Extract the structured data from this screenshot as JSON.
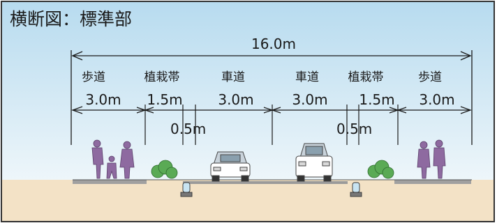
{
  "title": "横断図：標準部",
  "total_width": "16.0m",
  "segments": [
    {
      "name": "歩道",
      "width": "3.0m"
    },
    {
      "name": "植栽帯",
      "width": "1.5m"
    },
    {
      "name": "車道",
      "width": "3.0m"
    },
    {
      "name": "車道",
      "width": "3.0m"
    },
    {
      "name": "植栽帯",
      "width": "1.5m"
    },
    {
      "name": "歩道",
      "width": "3.0m"
    }
  ],
  "median_gap_left": "0.5m",
  "median_gap_right": "0.5m",
  "colors": {
    "sky_top": "#b7dbef",
    "sky_bottom": "#eef6fa",
    "ground": "#f3e2c6",
    "road": "#9a9a9a",
    "person": "#8e6aa0",
    "shrub": "#5aaa55",
    "dimension_line": "#1a1a1a"
  }
}
